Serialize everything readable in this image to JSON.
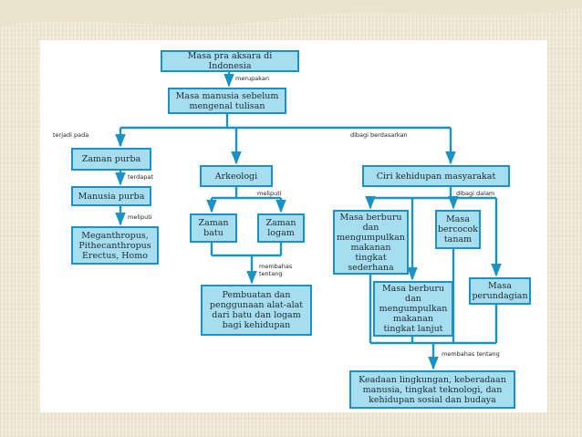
{
  "nodes": {
    "masa_pra_aksara": "Masa pra aksara di Indonesia",
    "masa_manusia": "Masa manusia sebelum\nmengenal tulisan",
    "zaman_purba": "Zaman purba",
    "manusia_purba": "Manusia purba",
    "meganthropus": "Meganthropus,\nPithecanthropus\nErectus, Homo",
    "arkeologi": "Arkeologi",
    "zaman_batu": "Zaman\nbatu",
    "zaman_logam": "Zaman\nlogam",
    "pembuatan": "Pembuatan dan\npenggunaan alat-alat\ndari batu dan logam\nbagi kehidupan",
    "ciri_kehidupan": "Ciri kehidupan masyarakat",
    "berburu_sederhana": "Masa berburu\ndan\nmengumpulkan\nmakanan\ntingkat\nsederhana",
    "bercocok_tanam": "Masa\nbercocok\ntanam",
    "berburu_lanjut": "Masa berburu\ndan\nmengumpulkan\nmakanan\ntingkat lanjut",
    "perundagian": "Masa\nperundagian",
    "keadaan": "Keadaan lingkungan, keberadaan\nmanusia, tingkat teknologi, dan\nkehidupan sosial dan budaya"
  },
  "edge_labels": {
    "merupakan": "merupakan",
    "terjadi_pada": "terjadi pada",
    "dibagi_berdasarkan": "dibagi berdasarkan",
    "terdapat": "terdapat",
    "meliputi_1": "meliputi",
    "meliputi_2": "meliputi",
    "dibagi_dalam": "dibagi dalam",
    "membahas_tentang_1": "membahas\ntentang",
    "membahas_tentang_2": "membahas tentang"
  },
  "colors": {
    "node_fill": "#a6def0",
    "node_border": "#1a93c4",
    "connector": "#1a93c4",
    "slide_stripe": "#e07a3c"
  }
}
